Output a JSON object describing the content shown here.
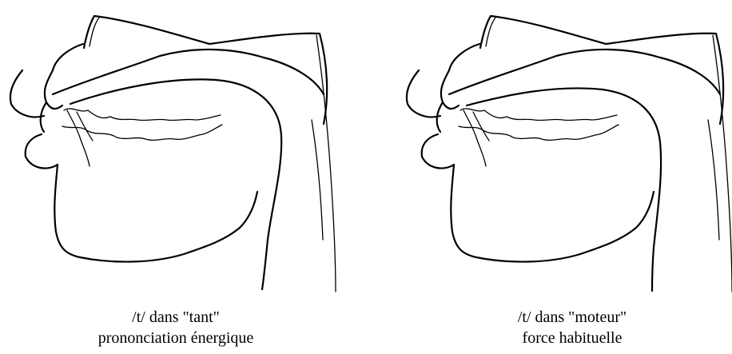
{
  "figures": [
    {
      "caption_line1": "/t/ dans \"tant\"",
      "caption_line2": "prononciation énergique"
    },
    {
      "caption_line1": "/t/ dans \"moteur\"",
      "caption_line2": "force habituelle"
    }
  ]
}
